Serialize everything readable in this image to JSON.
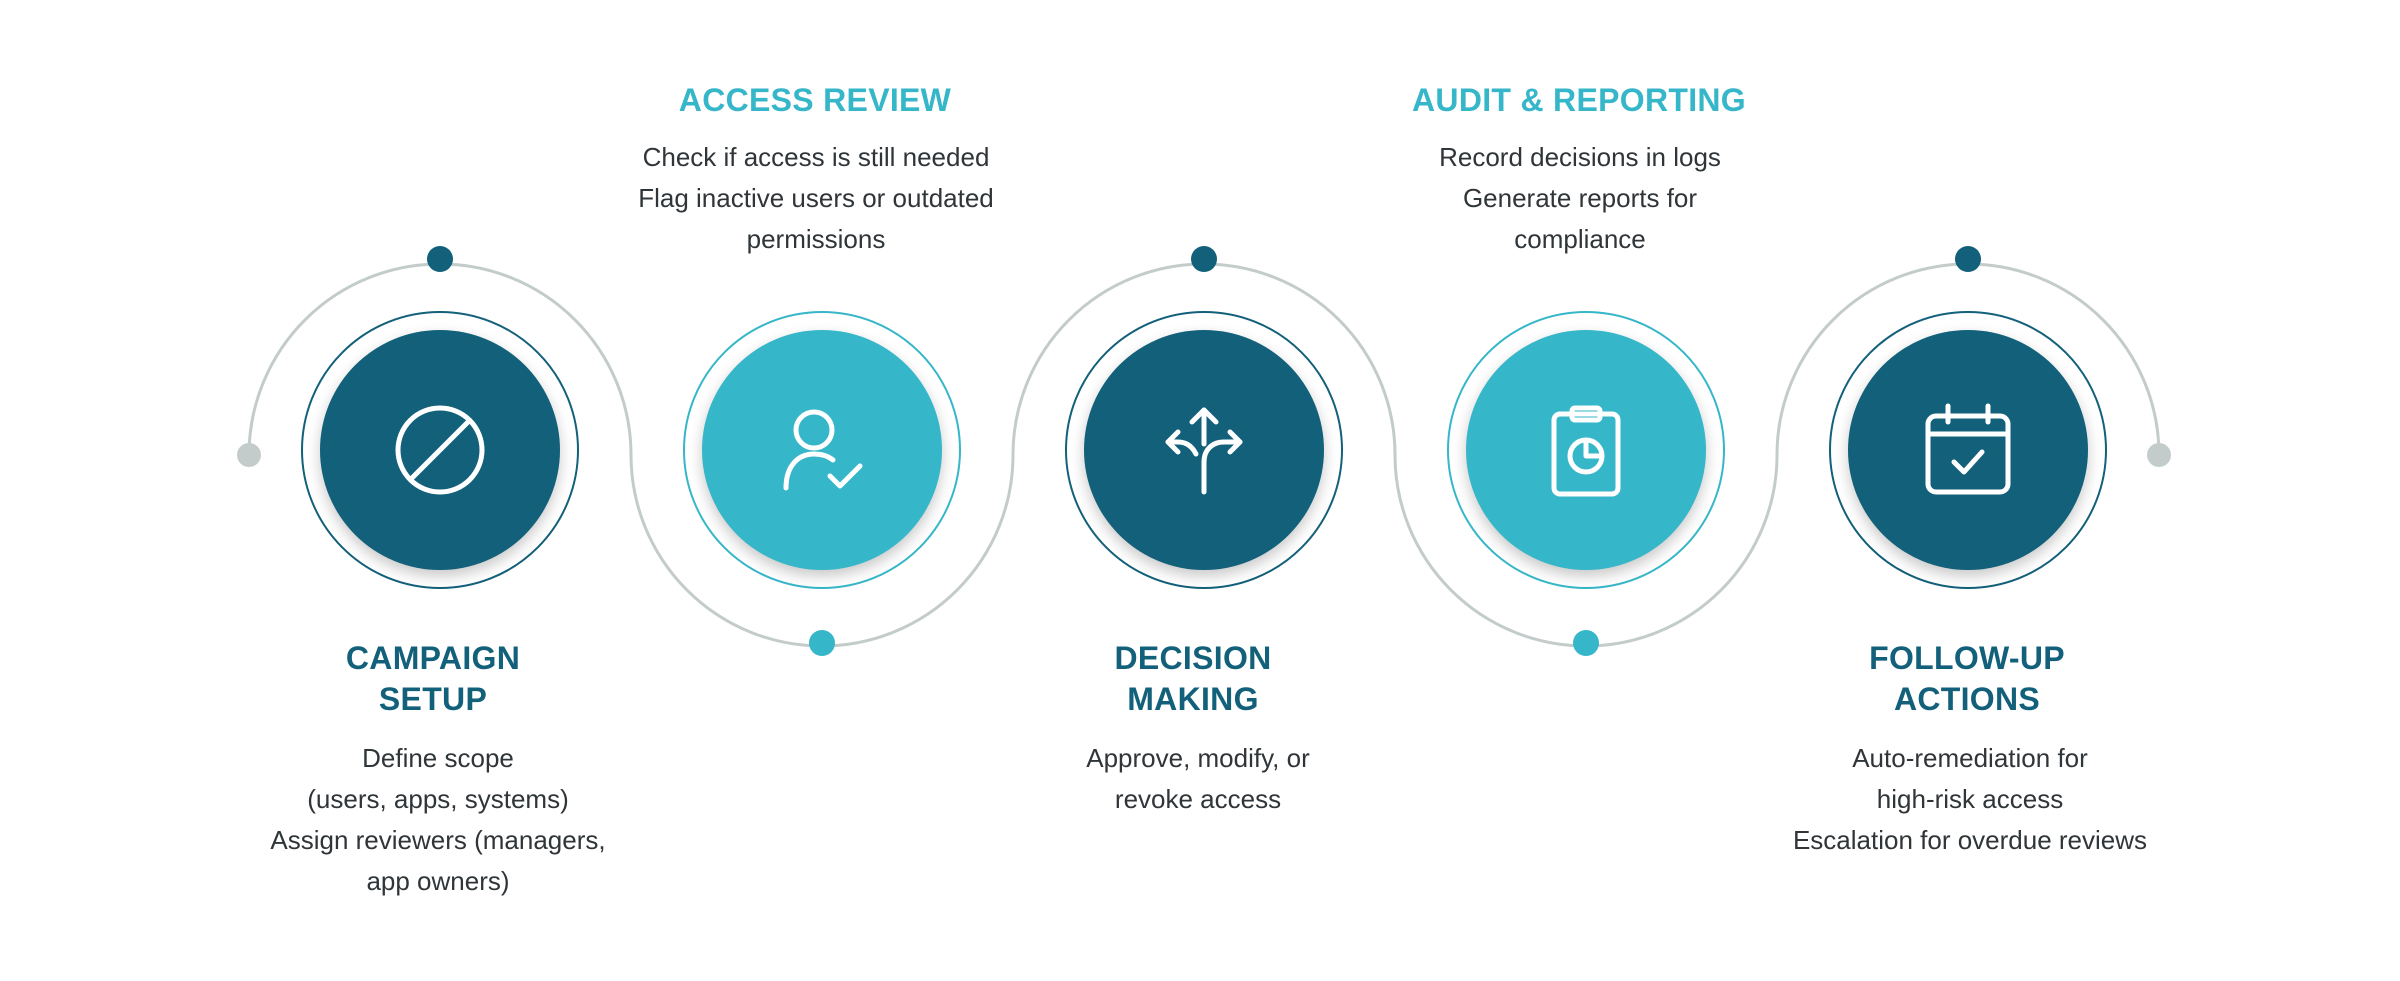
{
  "colors": {
    "dark_teal": "#13607a",
    "light_teal": "#36b6c9",
    "connector_gray": "#c3cccb",
    "text": "#2f3538"
  },
  "steps": [
    {
      "id": "campaign-setup",
      "title_lines": [
        "CAMPAIGN",
        "SETUP"
      ],
      "desc_lines": [
        "Define scope",
        "(users, apps, systems)",
        "Assign reviewers (managers,",
        "app owners)"
      ],
      "icon": "prohibited-circle-icon",
      "tone": "dark"
    },
    {
      "id": "access-review",
      "title_lines": [
        "ACCESS REVIEW"
      ],
      "desc_lines": [
        "Check if access is still needed",
        "Flag inactive users or outdated",
        "permissions"
      ],
      "icon": "user-check-icon",
      "tone": "light"
    },
    {
      "id": "decision-making",
      "title_lines": [
        "DECISION",
        "MAKING"
      ],
      "desc_lines": [
        "Approve, modify, or",
        "revoke access"
      ],
      "icon": "split-arrows-icon",
      "tone": "dark"
    },
    {
      "id": "audit-reporting",
      "title_lines": [
        "AUDIT & REPORTING"
      ],
      "desc_lines": [
        "Record decisions in logs",
        "Generate reports for",
        "compliance"
      ],
      "icon": "clipboard-chart-icon",
      "tone": "light"
    },
    {
      "id": "follow-up-actions",
      "title_lines": [
        "FOLLOW-UP",
        "ACTIONS"
      ],
      "desc_lines": [
        "Auto-remediation for",
        "high-risk access",
        "Escalation for overdue reviews"
      ],
      "icon": "calendar-check-icon",
      "tone": "dark"
    }
  ]
}
